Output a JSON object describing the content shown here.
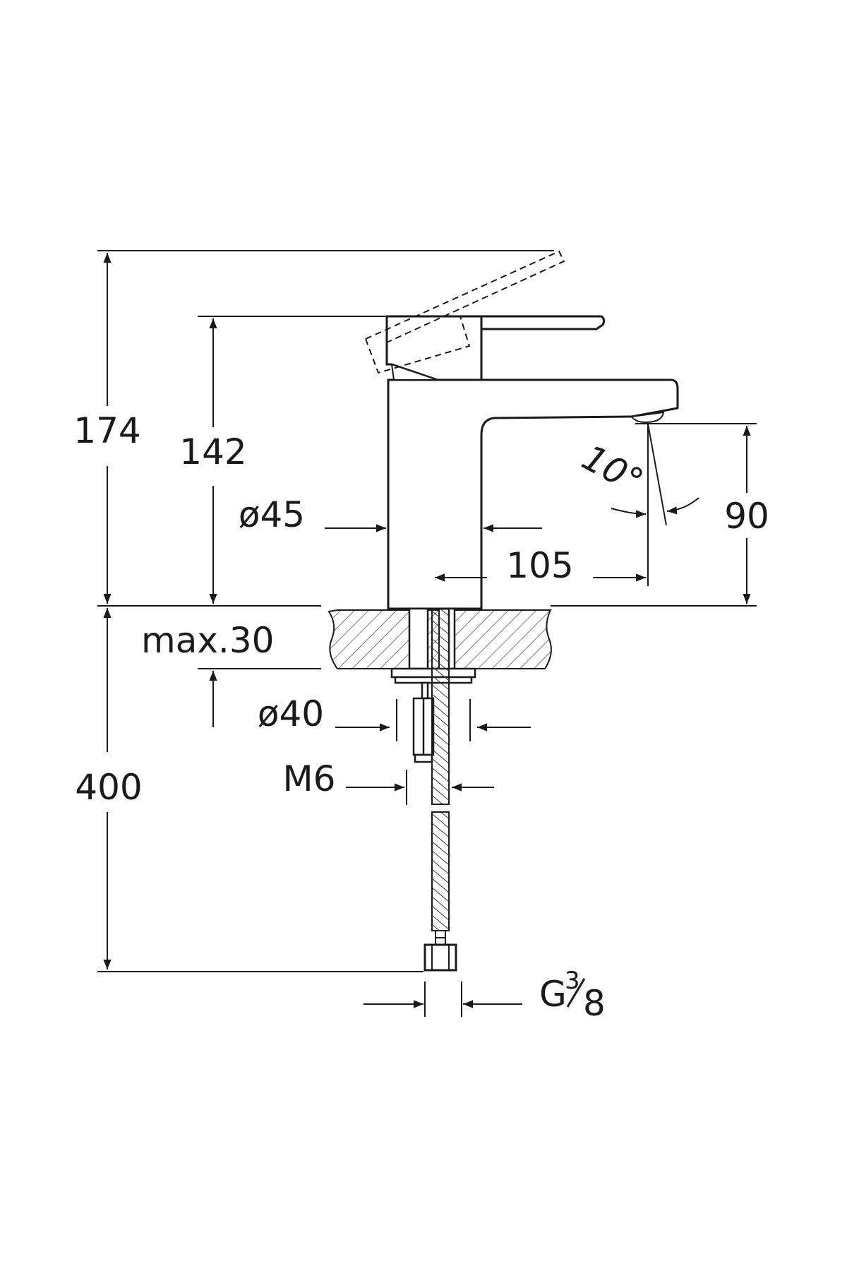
{
  "drawing": {
    "colors": {
      "line": "#1a1a1a",
      "background": "#ffffff",
      "hatch": "#5a5a5a"
    },
    "labels": {
      "height_total": "174",
      "height_body": "142",
      "body_diameter": "ø45",
      "reach": "105",
      "spout_angle": "10°",
      "spout_height": "90",
      "deck_thickness": "max.30",
      "hole_diameter": "ø40",
      "stud_thread": "M6",
      "hose_length": "400",
      "connection_thread_base": "G",
      "connection_thread_num": "3",
      "connection_thread_den": "8"
    }
  }
}
